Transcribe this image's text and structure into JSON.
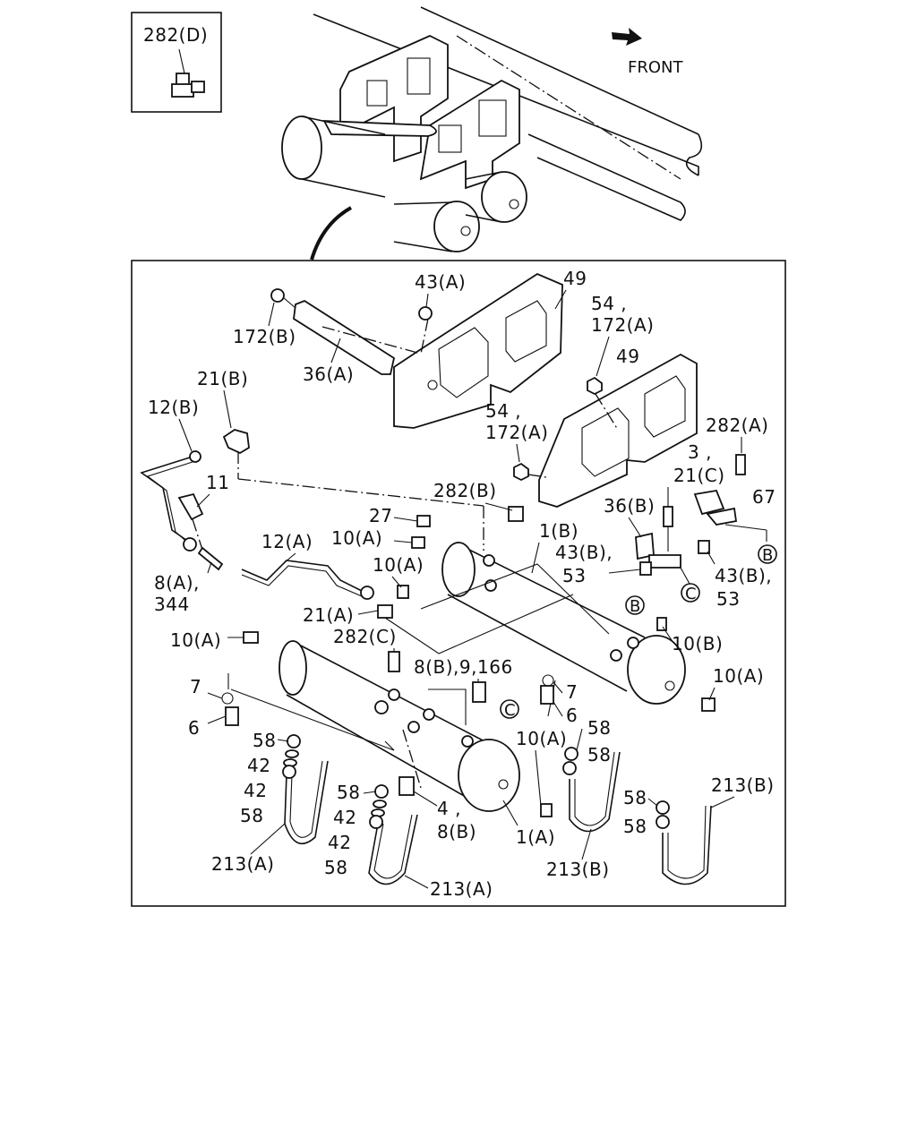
{
  "inset": {
    "label": "282(D)"
  },
  "direction": {
    "label": "FRONT"
  },
  "callouts": {
    "c49a": "49",
    "c43a": "43(A)",
    "c172b": "172(B)",
    "c36a": "36(A)",
    "c54a1": "54 ,",
    "c172a1": "172(A)",
    "c49b": "49",
    "c21b": "21(B)",
    "c12b": "12(B)",
    "c54a2": "54 ,",
    "c172a2": "172(A)",
    "c282a": "282(A)",
    "c3": "3 ,",
    "c21c": "21(C)",
    "c67": "67",
    "c11": "11",
    "c282b": "282(B)",
    "c27": "27",
    "c10a1": "10(A)",
    "c1b": "1(B)",
    "c36b": "36(B)",
    "c12a": "12(A)",
    "c10a2": "10(A)",
    "c43b1": "43(B),",
    "c53a": "53",
    "c43b2": "43(B),",
    "c53b": "53",
    "c8a": "8(A),",
    "c344": "344",
    "c21a": "21(A)",
    "c10a3": "10(A)",
    "c282c": "282(C)",
    "c10b": "10(B)",
    "c8b9": "8(B),9,166",
    "c10a4": "10(A)",
    "c7a": "7",
    "c7b": "7",
    "c6a": "6",
    "c6b": "6",
    "c58a": "58",
    "c42a": "42",
    "c42b": "42",
    "c58b": "58",
    "c10a5": "10(A)",
    "c58c": "58",
    "c58d": "58",
    "c58e": "58",
    "c42c": "42",
    "c4": "4 ,",
    "c8b": "8(B)",
    "c42d": "42",
    "c58f": "58",
    "c1a": "1(A)",
    "c58g": "58",
    "c58h": "58",
    "c213b1": "213(B)",
    "c213a1": "213(A)",
    "c213a2": "213(A)",
    "c213b2": "213(B)"
  },
  "refs": {
    "b1": "B",
    "b2": "B",
    "c1": "C",
    "c2": "C"
  }
}
